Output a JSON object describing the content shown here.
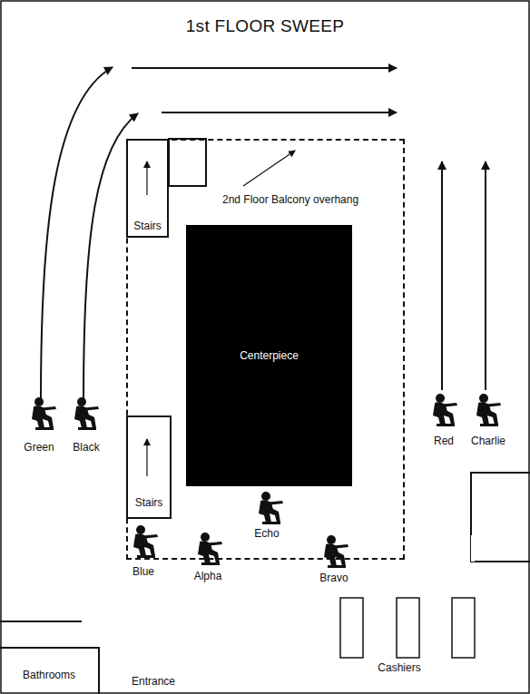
{
  "diagram": {
    "title": "1st FLOOR SWEEP",
    "nodes": [
      {
        "text": [
          "2nd Floor Balcony overhang"
        ]
      },
      {
        "text": [
          "Stairs"
        ],
        "in": 0
      },
      {
        "text": [
          "Centerpiece"
        ],
        "in": 0
      },
      {
        "text": [
          "Stairs"
        ],
        "in": 0
      },
      {
        "text": [
          "Bathrooms"
        ]
      }
    ],
    "labels": [
      "Green",
      "Black",
      "Red",
      "Charlie",
      "Echo",
      "Blue",
      "Alpha",
      "Bravo",
      "Cashiers",
      "Entrance"
    ]
  }
}
